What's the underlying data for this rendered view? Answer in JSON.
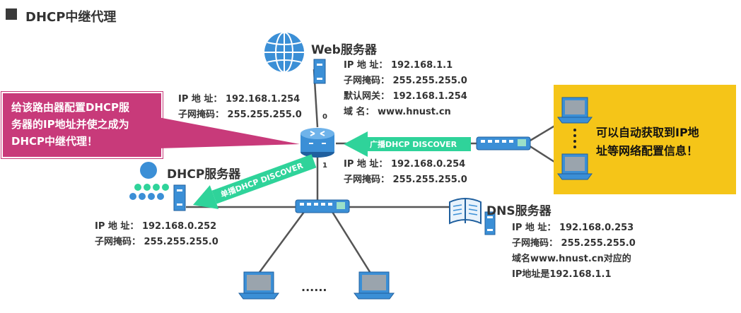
{
  "title": "DHCP中继代理",
  "web_server": {
    "label": "Web服务器",
    "lines": [
      "IP 地  址： 192.168.1.1",
      "子网掩码： 255.255.255.0",
      "默认网关： 192.168.1.254",
      "域       名： www.hnust.cn"
    ]
  },
  "router": {
    "upper_lines": [
      "IP 地  址： 192.168.1.254",
      "子网掩码： 255.255.255.0"
    ],
    "lower_lines": [
      "IP 地  址： 192.168.0.254",
      "子网掩码： 255.255.255.0"
    ],
    "iface_0": "0",
    "iface_1": "1"
  },
  "dhcp_server": {
    "label": "DHCP服务器",
    "lines": [
      "IP 地  址： 192.168.0.252",
      "子网掩码： 255.255.255.0"
    ]
  },
  "dns_server": {
    "label": "DNS服务器",
    "lines": [
      "IP 地  址： 192.168.0.253",
      "子网掩码： 255.255.255.0",
      "域名www.hnust.cn对应的",
      "IP地址是192.168.1.1"
    ]
  },
  "broadcast_arrow": "广播DHCP DISCOVER",
  "unicast_arrow": "单播DHCP DISCOVER",
  "callout_left": [
    "给该路由器配置DHCP服",
    "务器的IP地址并使之成为",
    "DHCP中继代理！"
  ],
  "callout_right": [
    "可以自动获取到IP地",
    "址等网络配置信息！"
  ],
  "dots_bottom": "......",
  "colors": {
    "accent_green": "#2fd39a",
    "callout_pink": "#c83a7a",
    "callout_yellow": "#f5c518",
    "device_blue": "#3b8fd6"
  }
}
